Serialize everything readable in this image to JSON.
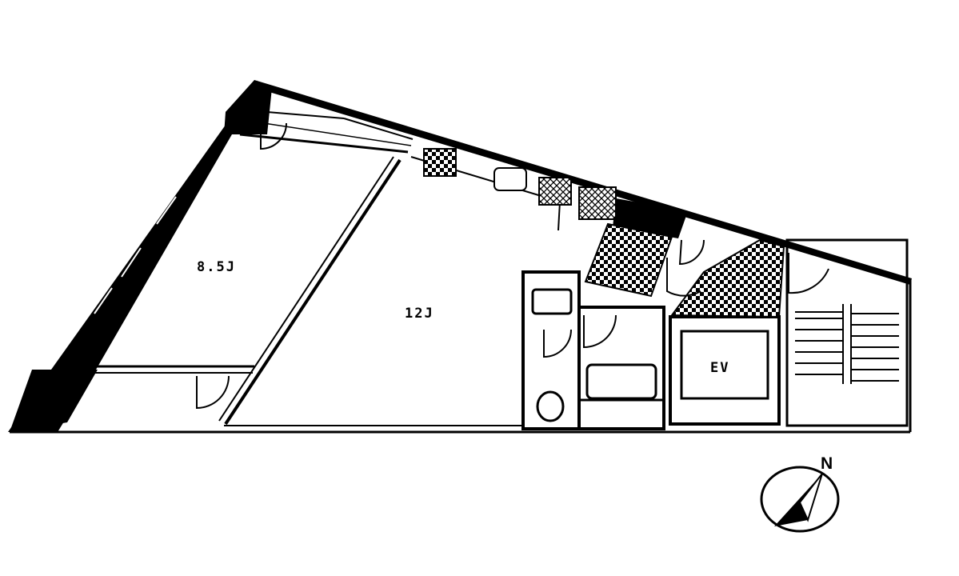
{
  "rooms": {
    "room_a": "8.5J",
    "room_b": "12J",
    "elevator": "EV"
  },
  "compass": {
    "north": "N"
  },
  "colors": {
    "wall": "#000000",
    "background": "#ffffff",
    "line": "#222222"
  }
}
